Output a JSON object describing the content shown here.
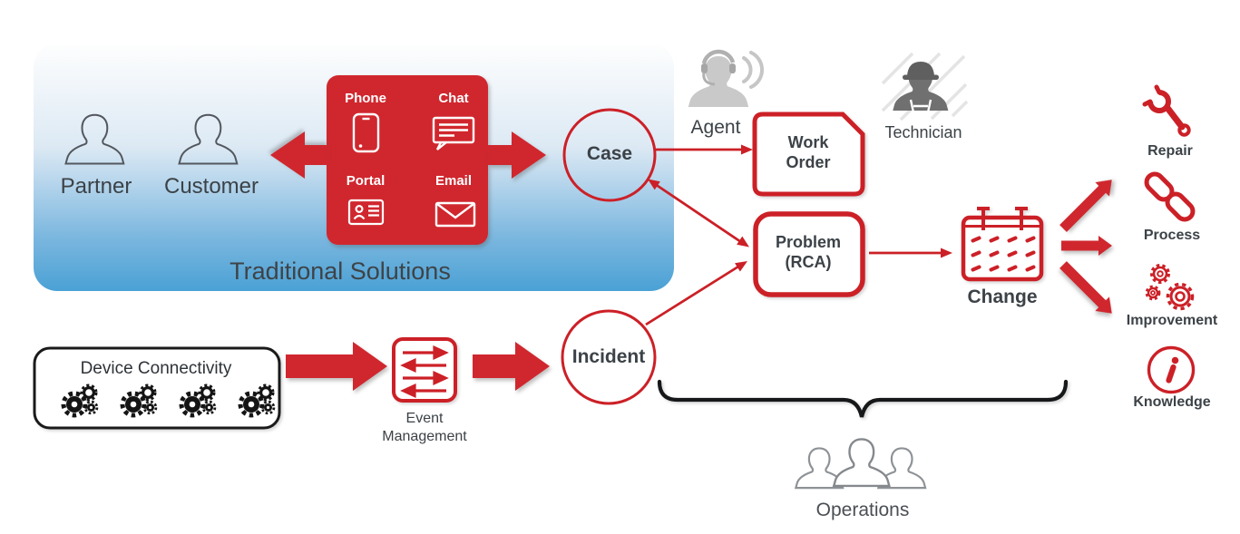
{
  "palette": {
    "red": "#D0272E",
    "red_stroke": "#CC2027",
    "blue_bottom": "#4AA1D5",
    "text_dark": "#3C4247",
    "black": "#1A1A1A",
    "agent_gray": "#C9C9C9",
    "technician_gray": "#707070",
    "operations_gray": "#8E9296"
  },
  "traditional": {
    "title": "Traditional Solutions",
    "partner": "Partner",
    "customer": "Customer",
    "channels": [
      {
        "label": "Phone",
        "icon": "phone-icon"
      },
      {
        "label": "Chat",
        "icon": "chat-icon"
      },
      {
        "label": "Portal",
        "icon": "portal-icon"
      },
      {
        "label": "Email",
        "icon": "email-icon"
      }
    ]
  },
  "devices": {
    "label": "Device Connectivity",
    "icon": "gears-icon"
  },
  "event_management": {
    "line1": "Event",
    "line2": "Management",
    "icon": "event-routing-icon"
  },
  "nodes": {
    "case": "Case",
    "incident": "Incident",
    "work_order": {
      "line1": "Work",
      "line2": "Order"
    },
    "problem": {
      "line1": "Problem",
      "line2": "(RCA)"
    },
    "change": "Change"
  },
  "people": {
    "agent": "Agent",
    "technician": "Technician",
    "operations": "Operations"
  },
  "outcomes": [
    {
      "label": "Repair",
      "icon": "wrench-icon"
    },
    {
      "label": "Process",
      "icon": "chain-icon"
    },
    {
      "label": "Improvement",
      "icon": "gears-icon"
    },
    {
      "label": "Knowledge",
      "icon": "info-icon"
    }
  ],
  "connections": [
    "channels <-> partner/customer",
    "channels -> case",
    "case -> work order",
    "case <-> problem",
    "incident -> problem",
    "device connectivity -> event management -> incident",
    "problem -> change",
    "change -> repair/process/improvement/knowledge",
    "operations brace spans incident..change"
  ]
}
